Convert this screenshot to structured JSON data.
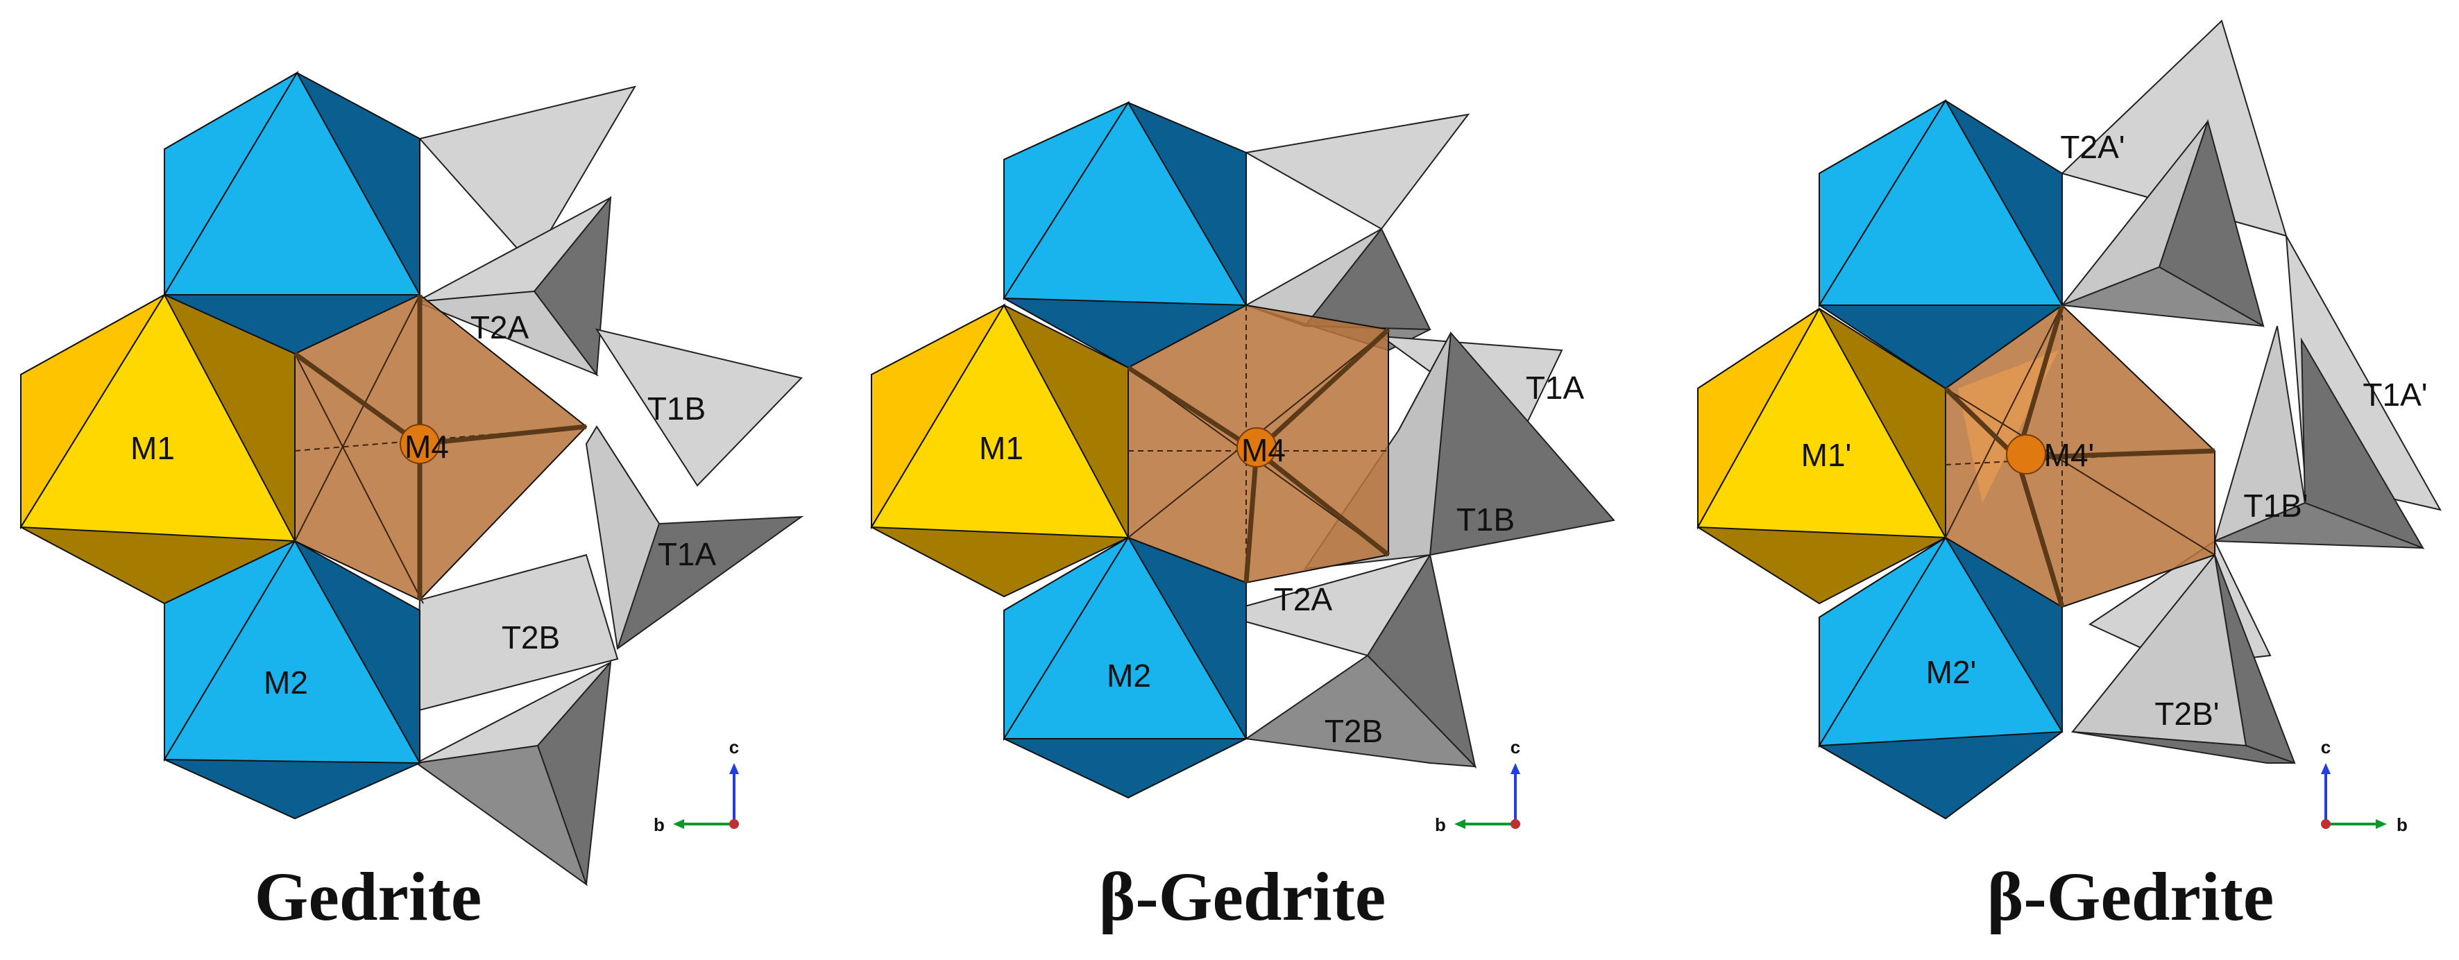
{
  "colors": {
    "m1_light": "#FFD800",
    "m1_dark": "#A67C00",
    "m2_light": "#19B4EE",
    "m2_dark": "#0A5E90",
    "m4_fill": "#B8733A",
    "m4_atom": "#E07A10",
    "tet_light": "#D3D3D3",
    "tet_dark": "#707070",
    "axis_c": "#1F3FE0",
    "axis_b": "#0A9A2A",
    "axis_a": "#C03030"
  },
  "panels": [
    {
      "caption": "Gedrite",
      "labels": {
        "m1": "M1",
        "m2": "M2",
        "m4": "M4",
        "ta": "T2A",
        "tb": "T1B",
        "tc": "T1A",
        "td": "T2B"
      },
      "axes": {
        "c": "c",
        "b": "b",
        "b_direction": "left"
      }
    },
    {
      "caption": "β-Gedrite",
      "labels": {
        "m1": "M1",
        "m2": "M2",
        "m4": "M4",
        "ta": "T1A",
        "tb": "T1B",
        "tc": "T2A",
        "td": "T2B"
      },
      "axes": {
        "c": "c",
        "b": "b",
        "b_direction": "left"
      }
    },
    {
      "caption": "β-Gedrite",
      "labels": {
        "m1": "M1'",
        "m2": "M2'",
        "m4": "M4'",
        "ta": "T2A'",
        "tb": "T1A'",
        "tc": "T1B'",
        "td": "T2B'"
      },
      "axes": {
        "c": "c",
        "b": "b",
        "b_direction": "right"
      }
    }
  ]
}
